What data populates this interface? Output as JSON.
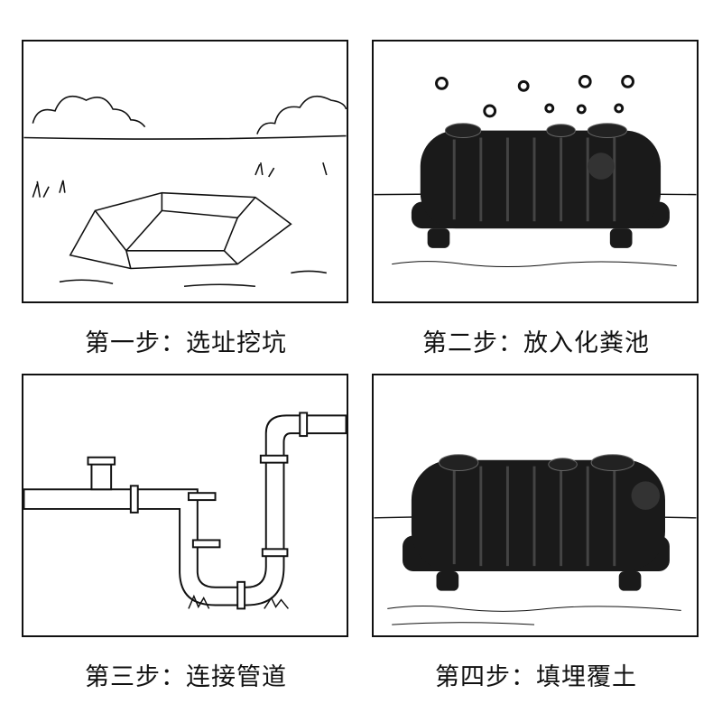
{
  "steps": [
    {
      "caption": "第一步：选址挖坑",
      "illustration": "dig-pit"
    },
    {
      "caption": "第二步：放入化粪池",
      "illustration": "place-septic-tank"
    },
    {
      "caption": "第三步：连接管道",
      "illustration": "connect-pipes"
    },
    {
      "caption": "第四步：填埋覆土",
      "illustration": "backfill-soil"
    }
  ],
  "colors": {
    "line": "#111111",
    "tank": "#1a1a1a",
    "background": "#ffffff"
  }
}
